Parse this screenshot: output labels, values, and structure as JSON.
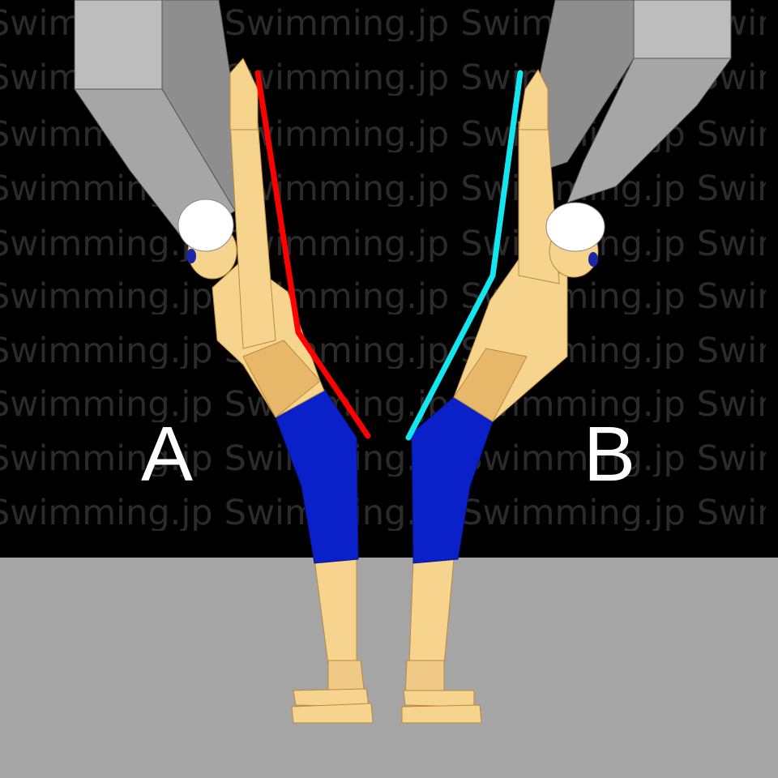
{
  "watermark": {
    "text": "Swimming.jp"
  },
  "labels": {
    "a": "A",
    "b": "B"
  },
  "colors": {
    "background": "#000000",
    "floor": "#a5a5a5",
    "block_light": "#bdbdbd",
    "block_dark": "#888888",
    "skin": "#f6d48e",
    "skin_shadow": "#e7b86a",
    "swimsuit": "#0a21c9",
    "cap": "#ffffff",
    "line_a": "#ff0000",
    "line_b": "#13e6ee"
  }
}
